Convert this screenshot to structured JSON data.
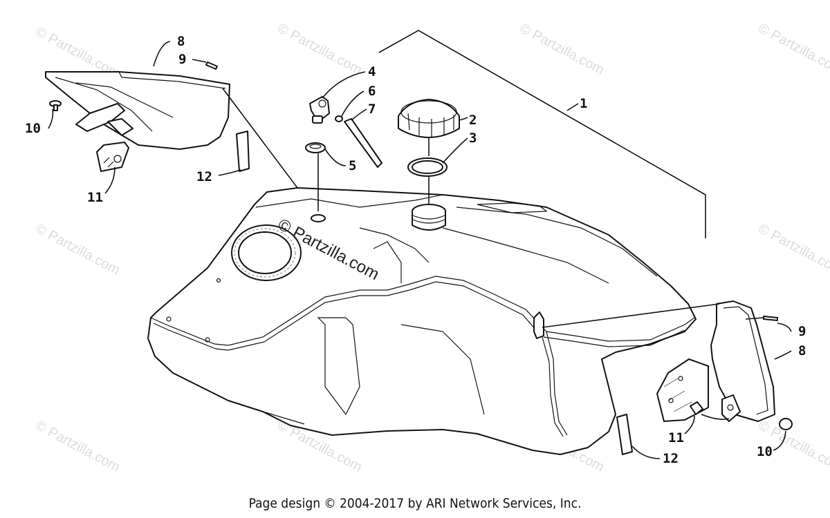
{
  "footer": "Page design © 2004-2017 by ARI Network Services, Inc.",
  "watermark_main": "© Partzilla.com",
  "watermark_tile": "© Partzilla.com",
  "callouts": {
    "c1": "1",
    "c2": "2",
    "c3": "3",
    "c4": "4",
    "c5": "5",
    "c6": "6",
    "c7": "7",
    "c8a": "8",
    "c9a": "9",
    "c10a": "10",
    "c11a": "11",
    "c12a": "12",
    "c8b": "8",
    "c9b": "9",
    "c10b": "10",
    "c11b": "11",
    "c12b": "12"
  }
}
